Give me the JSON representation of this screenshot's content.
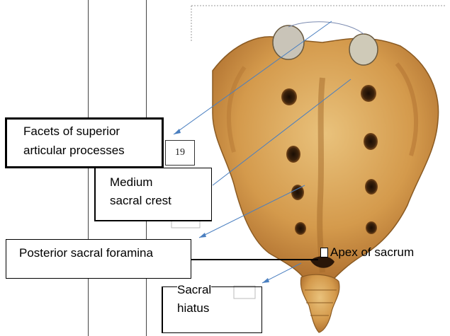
{
  "labels": {
    "facets_line1": "Facets of superior",
    "facets_line2": "articular processes",
    "medium_line1": "Medium",
    "medium_line2": "sacral crest",
    "foramina": "Posterior sacral foramina",
    "apex": "Apex of sacrum",
    "hiatus_line1": "Sacral",
    "hiatus_line2": "hiatus"
  },
  "page_number": "19",
  "colors": {
    "bone": "#d9a85a",
    "bone_shadow": "#8a5a22",
    "leader": "#4a7fc0"
  }
}
